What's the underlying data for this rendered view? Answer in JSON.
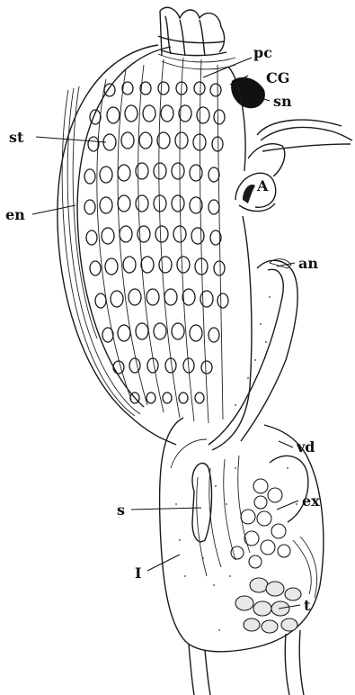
{
  "figure": {
    "colors": {
      "ink": "#1a1a1a",
      "paper": "#ffffff",
      "ganglion": "#111111"
    },
    "labels": {
      "pc": "pc",
      "cg": "CG",
      "sn": "sn",
      "st": "st",
      "en": "en",
      "a": "A",
      "an": "an",
      "vd": "vd",
      "s": "s",
      "ex": "ex",
      "i": "I",
      "t": "t"
    }
  }
}
